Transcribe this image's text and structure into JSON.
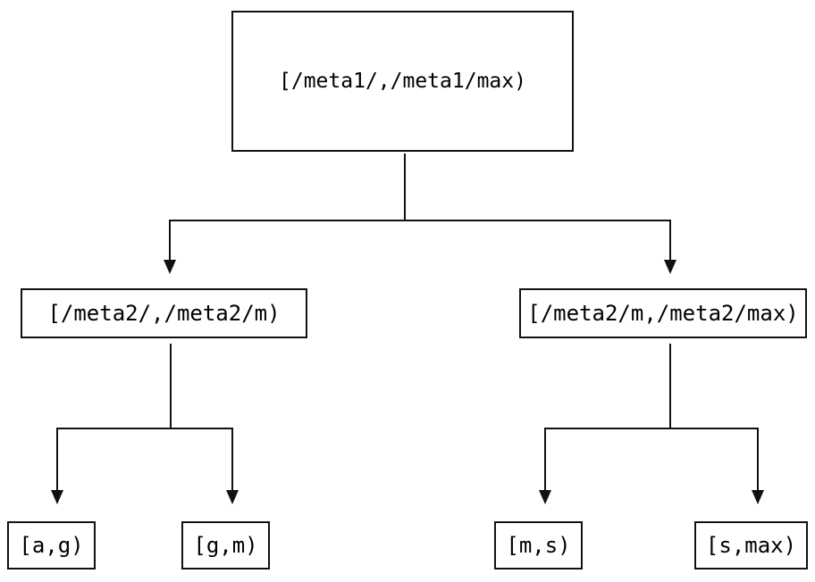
{
  "page": {
    "background_color": "#ffffff",
    "line_color": "#111111",
    "text_color": "#000000"
  },
  "tree": {
    "root": {
      "label": "[/meta1/,/meta1/max)"
    },
    "children": [
      {
        "label": "[/meta2/,/meta2/m)"
      },
      {
        "label": "[/meta2/m,/meta2/max)"
      }
    ],
    "leaves": [
      {
        "label": "[a,g)"
      },
      {
        "label": "[g,m)"
      },
      {
        "label": "[m,s)"
      },
      {
        "label": "[s,max)"
      }
    ]
  }
}
